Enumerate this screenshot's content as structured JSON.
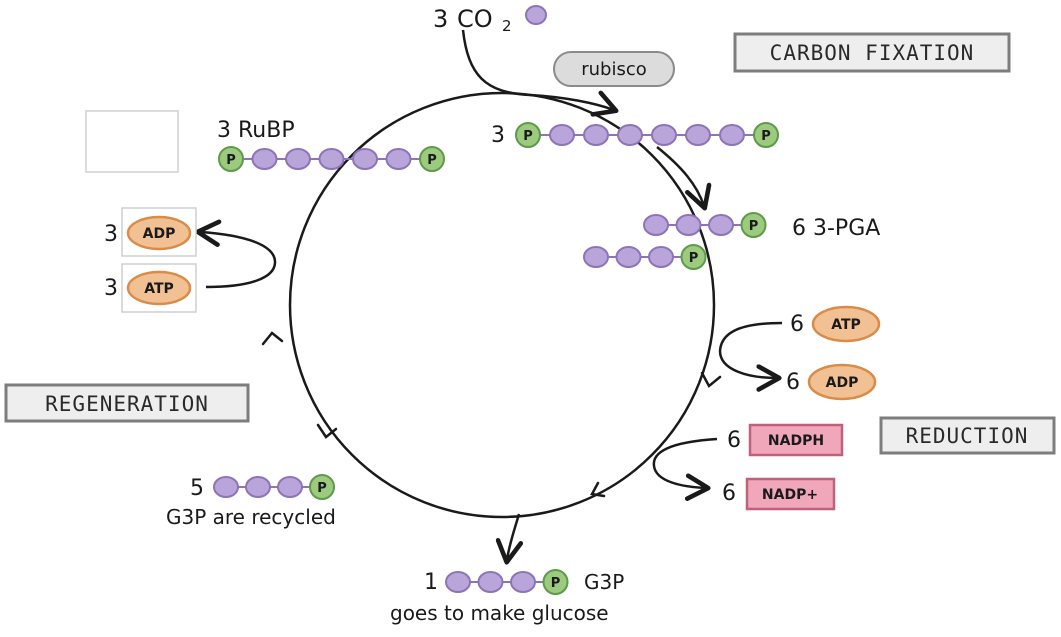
{
  "co2": {
    "count": "3",
    "label": "CO",
    "sub": "2"
  },
  "enzyme": "rubisco",
  "stages": {
    "fixation": "CARBON FIXATION",
    "reduction": "REDUCTION",
    "regeneration": "REGENERATION"
  },
  "molecules": {
    "six_carbon_count": "3",
    "pga_label": "6 3-PGA",
    "rubp_label": "3 RuBP",
    "recycled_count": "5",
    "recycled_label": "G3P are recycled",
    "output_count": "1",
    "output_name": "G3P",
    "output_label": "goes to make glucose",
    "phosphate": "P"
  },
  "cofactors": {
    "atp_in_count": "6",
    "atp_in": "ATP",
    "adp_out_count": "6",
    "adp_out": "ADP",
    "nadph_in_count": "6",
    "nadph_in": "NADPH",
    "nadp_out_count": "6",
    "nadp_out": "NADP+",
    "regen_adp_count": "3",
    "regen_adp": "ADP",
    "regen_atp_count": "3",
    "regen_atp": "ATP"
  },
  "colors": {
    "carbon_fill": "#b9a5d9",
    "carbon_stroke": "#8b74b8",
    "phosphate_fill": "#9cca7e",
    "phosphate_stroke": "#5f9a4a",
    "energy_fill": "#f2c193",
    "energy_stroke": "#d98c4a",
    "nadph_fill": "#f0a7ba",
    "nadph_stroke": "#c0607c",
    "stage_bg": "#eeeeee",
    "stage_border": "#7d7d7d",
    "enzyme_bg": "#dcdcdc",
    "enzyme_border": "#8a8a8a"
  }
}
